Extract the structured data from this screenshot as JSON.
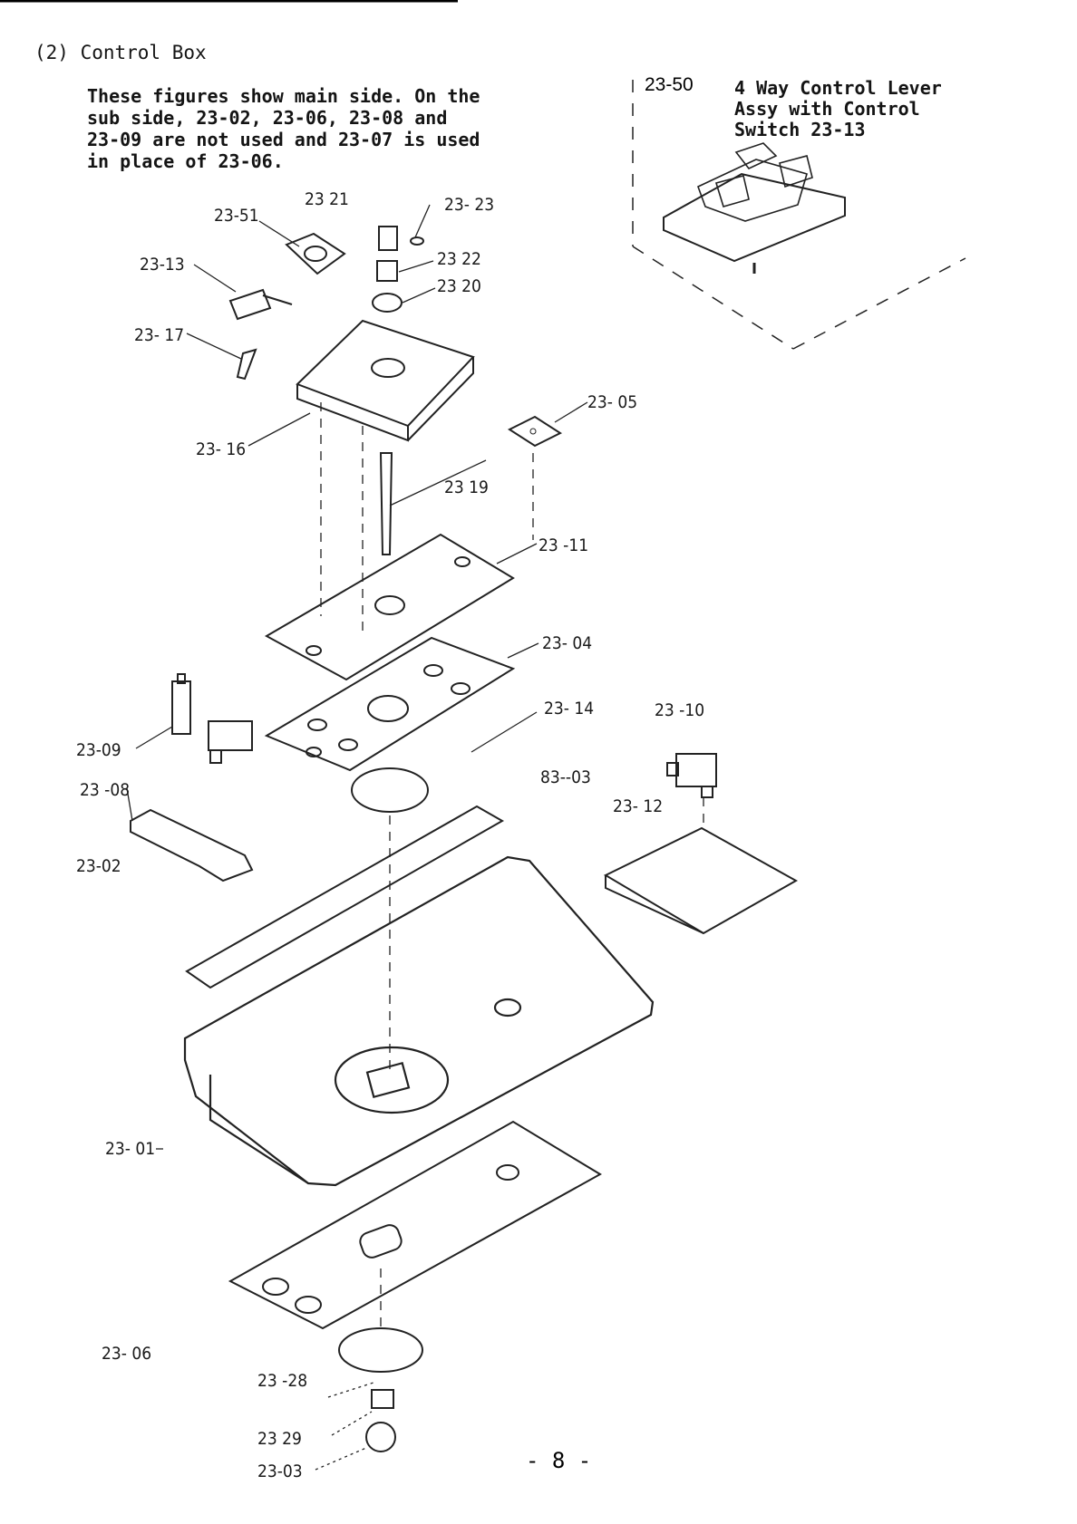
{
  "section_heading": "(2) Control Box",
  "note_lines": [
    "These figures show main side. On the",
    "sub side, 23-02, 23-06, 23-08 and",
    "23-09 are not used and 23-07 is used",
    "in place of 23-06."
  ],
  "assembly_inset": {
    "part_number": "23-50",
    "description_lines": [
      "4 Way Control Lever",
      "Assy with Control",
      "Switch 23-13"
    ]
  },
  "callouts": {
    "c2351": "23-51",
    "c2321": "23 21",
    "c2323": "23- 23",
    "c2313": "23-13",
    "c2322": "23 22",
    "c2320": "23 20",
    "c2317": "23- 17",
    "c2305": "23- 05",
    "c2316": "23- 16",
    "c2319": "23 19",
    "c2311": "23 -11",
    "c2304": "23- 04",
    "c2314": "23- 14",
    "c2310": "23 -10",
    "c2309": "23-09",
    "c8303": "83--03",
    "c2308": "23 -08",
    "c2312": "23- 12",
    "c2302": "23-02",
    "c2301": "23- 01",
    "c2306": "23- 06",
    "c2328": "23 -28",
    "c2329": "23 29",
    "c2303": "23-03"
  },
  "page_number": "- 8 -"
}
